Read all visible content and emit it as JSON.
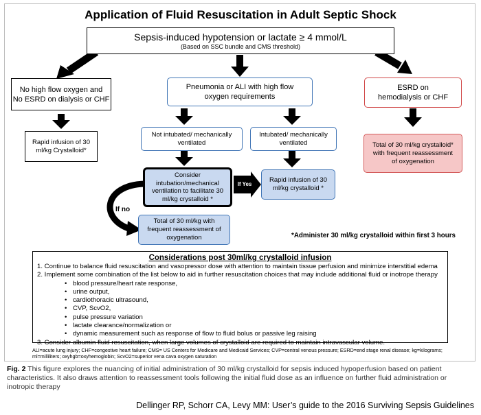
{
  "title": "Application of Fluid Resuscitation in Adult Septic Shock",
  "top_box": {
    "main": "Sepsis-induced hypotension or lactate ≥ 4 mmol/L",
    "sub": "(Based on SSC bundle  and CMS threshold)"
  },
  "left_branch": {
    "header_line1": "No high flow oxygen and",
    "header_line2": "No ESRD on dialysis or CHF",
    "action": "Rapid infusion of 30 ml/kg Crystalloid*"
  },
  "middle_branch": {
    "header": "Pneumonia or ALI with high flow oxygen requirements",
    "not_intubated": "Not intubated/ mechanically ventilated",
    "intubated": "Intubated/ mechanically ventilated",
    "consider": "Consider intubation/mechanical ventilation to facilitate 30 ml/kg crystalloid *",
    "rapid_infusion": "Rapid infusion of 30 ml/kg crystalloid *",
    "total_reassess": "Total of 30 ml/kg with frequent reassessment of oxygenation",
    "if_yes": "If Yes",
    "if_no": "If no"
  },
  "right_branch": {
    "header": "ESRD on hemodialysis or CHF",
    "action": "Total of 30 ml/kg crystalloid* with frequent reassessment of oxygenation"
  },
  "note": "*Administer 30 ml/kg crystalloid  within first 3 hours",
  "considerations": {
    "title": "Considerations post 30ml/kg crystalloid infusion",
    "item1": "1. Continue to balance fluid resuscitation and vasopressor dose with attention to maintain tissue perfusion and minimize interstitial edema",
    "item2": "2. Implement some combination of the list below to aid in further resuscitation choices that may include additional fluid or inotrope therapy",
    "bullets": [
      "blood pressure/heart rate response,",
      "urine output,",
      "cardiothoracic ultrasound,",
      "CVP, ScvO2,",
      "pulse pressure variation",
      "lactate clearance/normalization or",
      "dynamic measurement such as response of flow to fluid bolus or passive leg raising"
    ],
    "item3": "3. Consider albumin fluid resuscitation, when large volumes of crystalloid are required to maintain intravascular volume."
  },
  "abbreviations": "ALI=acute lung injury; CHF=congestive heart failure; CMS= US Centers for Medicare and Medicaid Services; CVP=central venous pressure; ESRD=end stage renal disease; kg=kilograms; ml=milliliters; oxyhgb=oxyhemoglobin; ScvO2=superior vena cava oxygen saturation",
  "caption": {
    "label": "Fig. 2",
    "text": "This figure explores the nuancing of initial administration of 30 ml/kg crystalloid for sepsis induced hypoperfusion based on patient characteristics. It also draws attention to reassessment tools following the initial fluid dose as an influence on further fluid administration or inotropic therapy"
  },
  "citation": "Dellinger RP, Schorr CA, Levy MM: User’s guide to the 2016 Surviving Sepsis Guidelines"
}
